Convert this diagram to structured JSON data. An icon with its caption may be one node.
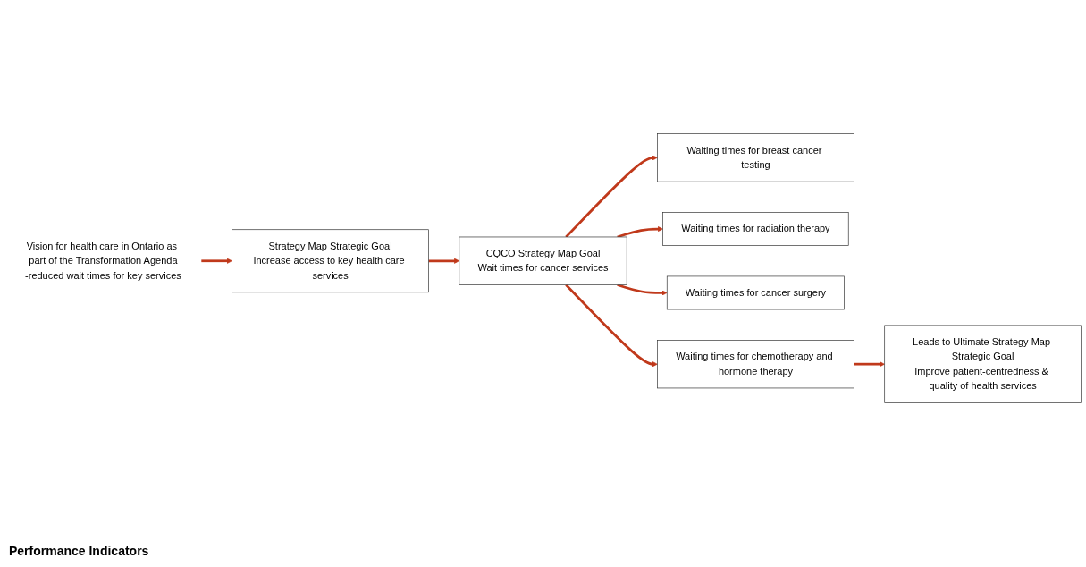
{
  "diagram": {
    "nodes": [
      {
        "text": [
          "Vision for health care in Ontario as part of the Transformation Agenda",
          "-reduced wait times for key services"
        ]
      },
      {
        "text": [
          "Strategy Map Strategic Goal",
          "Increase access to key health care services"
        ]
      },
      {
        "text": [
          "CQCO Strategy Map Goal",
          "Wait times for cancer services"
        ]
      },
      {
        "text": [
          "Waiting times for breast cancer testing"
        ]
      },
      {
        "text": [
          "Waiting times for radiation therapy"
        ]
      },
      {
        "text": [
          "Waiting times for cancer surgery"
        ]
      },
      {
        "text": [
          "Waiting times for chemotherapy and hormone therapy"
        ]
      },
      {
        "text": [
          "Leads to Ultimate Strategy Map Strategic Goal",
          "Improve patient-centredness & quality of health services"
        ]
      }
    ],
    "edges": [
      {
        "from": 0,
        "to": 1,
        "arrow": "to"
      },
      {
        "from": 1,
        "to": 2,
        "arrow": "to"
      },
      {
        "from": 2,
        "to": 3,
        "arrow": "to"
      },
      {
        "from": 2,
        "to": 4,
        "arrow": "to"
      },
      {
        "from": 2,
        "to": 5,
        "arrow": "to"
      },
      {
        "from": 2,
        "to": 6,
        "arrow": "to"
      },
      {
        "from": 6,
        "to": 7,
        "arrow": "to"
      }
    ],
    "labels": [
      "Performance Indicators"
    ]
  }
}
